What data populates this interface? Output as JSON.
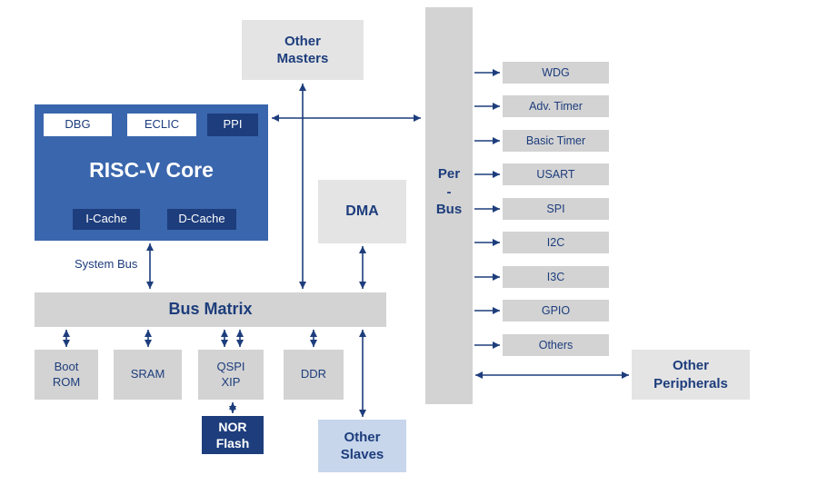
{
  "blocks": {
    "other_masters": {
      "label": "Other\nMasters"
    },
    "riscv_core": {
      "label": "RISC-V Core",
      "dbg": "DBG",
      "eclic": "ECLIC",
      "ppi": "PPI",
      "icache": "I-Cache",
      "dcache": "D-Cache"
    },
    "system_bus_label": "System Bus",
    "dma": {
      "label": "DMA"
    },
    "per_bus": {
      "label": "Per\n-\nBus"
    },
    "bus_matrix": {
      "label": "Bus Matrix"
    },
    "boot_rom": {
      "label": "Boot\nROM"
    },
    "sram": {
      "label": "SRAM"
    },
    "qspi_xip": {
      "label": "QSPI\nXIP"
    },
    "ddr": {
      "label": "DDR"
    },
    "nor_flash": {
      "label": "NOR\nFlash"
    },
    "other_slaves": {
      "label": "Other\nSlaves"
    },
    "other_peripherals": {
      "label": "Other\nPeripherals"
    },
    "peripherals": [
      "WDG",
      "Adv. Timer",
      "Basic Timer",
      "USART",
      "SPI",
      "I2C",
      "I3C",
      "GPIO",
      "Others"
    ]
  },
  "colors": {
    "core_blue": "#3a66ad",
    "dark_navy": "#1d3d7c",
    "box_gray": "#d3d3d3",
    "light_gray": "#e4e4e4",
    "light_blue": "#c7d6eb",
    "arrow": "#1d3d7c",
    "background": "#ffffff"
  }
}
